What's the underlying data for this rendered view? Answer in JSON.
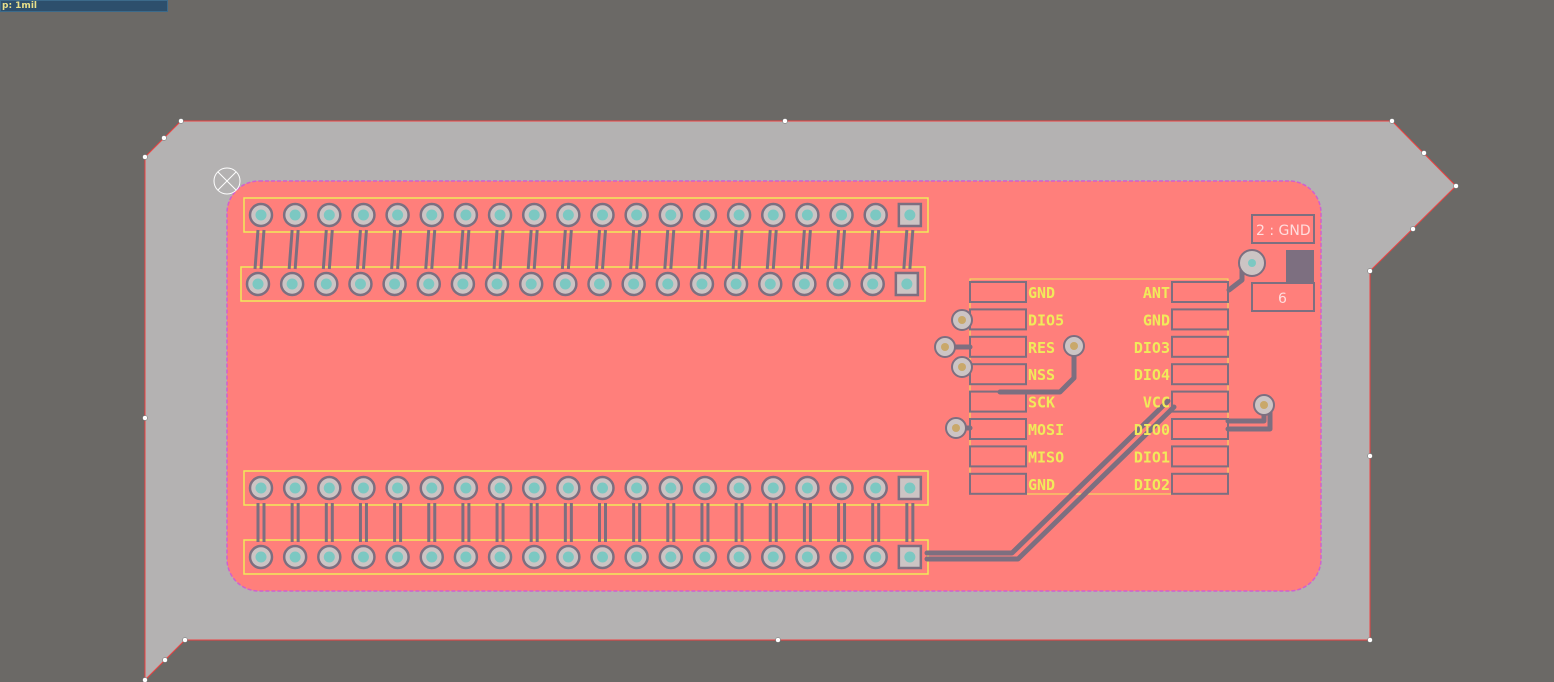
{
  "status": {
    "text": "p: 1mil"
  },
  "colors": {
    "background": "#6b6966",
    "board": "#b4b2b2",
    "copper_pour": "#ff7f7b",
    "silkscreen": "#f1ea5a",
    "track": "#7d6f80",
    "pad_ring": "#ccc4c4",
    "drill": "#7cc8c2"
  },
  "header_top": {
    "pin_count": 20,
    "pin1_shape": "square"
  },
  "header_bottom": {
    "pin_count": 20,
    "pin1_shape": "square"
  },
  "module": {
    "left_pins": [
      "GND",
      "DIO5",
      "RES",
      "NSS",
      "SCK",
      "MOSI",
      "MISO",
      "GND"
    ],
    "right_pins": [
      "ANT",
      "GND",
      "DIO3",
      "DIO4",
      "VCC",
      "DIO0",
      "DIO1",
      "DIO2"
    ]
  },
  "antenna_connector": {
    "pad_labels": [
      "2 : GND",
      "6"
    ]
  },
  "icons": {
    "origin_marker": "crosshair-circle-icon"
  }
}
